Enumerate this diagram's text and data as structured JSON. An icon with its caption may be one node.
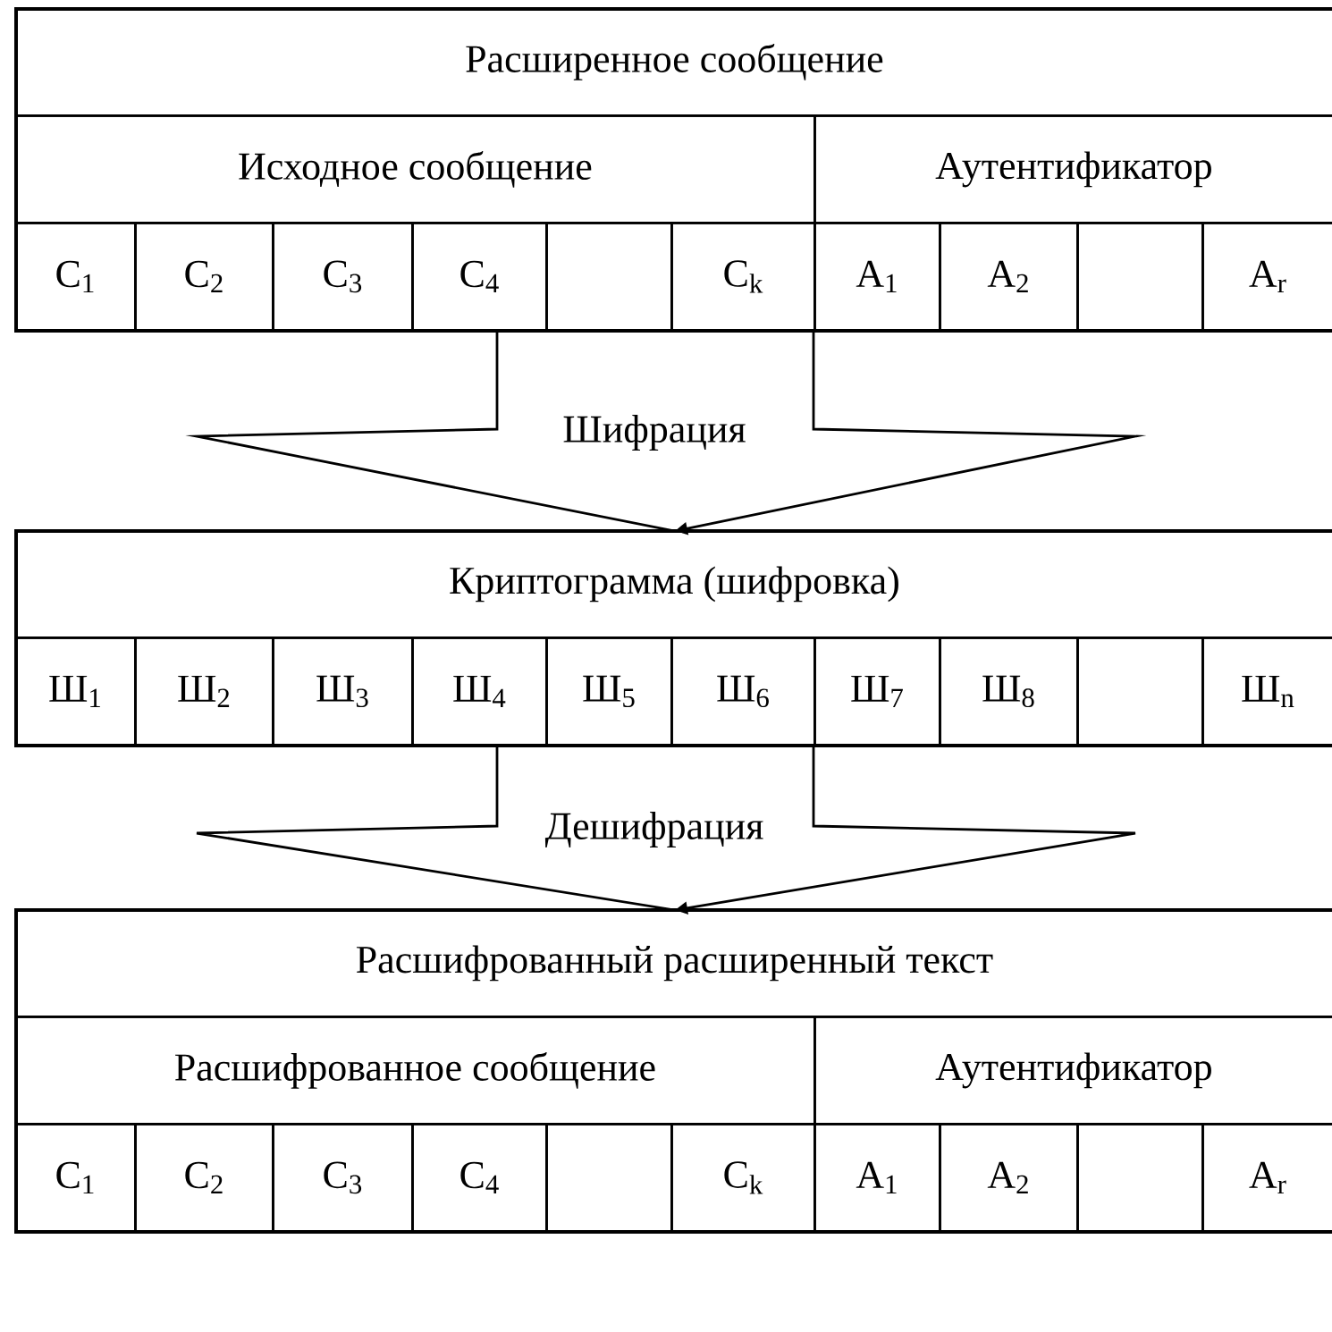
{
  "diagram": {
    "nodes": [
      {
        "text": [],
        "shape": "box"
      },
      {
        "text": [
          "Расширенное сообщение"
        ],
        "in": 0
      },
      {
        "text": [
          "Исходное сообщение"
        ],
        "in": 0
      },
      {
        "text": [
          "Аутентификатор"
        ],
        "in": 0
      },
      {
        "text": [
          "С$_{1}$"
        ],
        "in": 0
      },
      {
        "text": [
          "С$_{2}$"
        ],
        "in": 0
      },
      {
        "text": [
          "С$_{3}$"
        ],
        "in": 0
      },
      {
        "text": [
          "С$_{4}$"
        ],
        "in": 0
      },
      {
        "text": [],
        "shape": "box",
        "in": 0
      },
      {
        "text": [
          "С$_{k}$"
        ],
        "in": 0
      },
      {
        "text": [
          "А$_{1}$"
        ],
        "in": 0
      },
      {
        "text": [
          "А$_{2}$"
        ],
        "in": 0
      },
      {
        "text": [],
        "shape": "box",
        "in": 0
      },
      {
        "text": [
          "А$_{r}$"
        ],
        "in": 0
      },
      {
        "text": [],
        "shape": "box"
      },
      {
        "text": [
          "Криптограмма (шифровка)"
        ],
        "in": 14
      },
      {
        "text": [
          "Ш$_{1}$"
        ],
        "in": 14
      },
      {
        "text": [
          "Ш$_{2}$"
        ],
        "in": 14
      },
      {
        "text": [
          "Ш$_{3}$"
        ],
        "in": 14
      },
      {
        "text": [
          "Ш$_{4}$"
        ],
        "in": 14
      },
      {
        "text": [
          "Ш$_{5}$"
        ],
        "in": 14
      },
      {
        "text": [
          "Ш$_{6}$"
        ],
        "in": 14
      },
      {
        "text": [
          "Ш$_{7}$"
        ],
        "in": 14
      },
      {
        "text": [
          "Ш$_{8}$"
        ],
        "in": 14
      },
      {
        "text": [],
        "shape": "box",
        "in": 14
      },
      {
        "text": [
          "Ш$_{n}$"
        ],
        "in": 14
      },
      {
        "text": [],
        "shape": "box"
      },
      {
        "text": [
          "Расшифрованный расширенный текст"
        ],
        "in": 26
      },
      {
        "text": [
          "Расшифрованное сообщение"
        ],
        "in": 26
      },
      {
        "text": [
          "Аутентификатор"
        ],
        "in": 26
      },
      {
        "text": [
          "С$_{1}$"
        ],
        "in": 26
      },
      {
        "text": [
          "С$_{2}$"
        ],
        "in": 26
      },
      {
        "text": [
          "С$_{3}$"
        ],
        "in": 26
      },
      {
        "text": [
          "С$_{4}$"
        ],
        "in": 26
      },
      {
        "text": [],
        "shape": "box",
        "in": 26
      },
      {
        "text": [
          "С$_{k}$"
        ],
        "in": 26
      },
      {
        "text": [
          "А$_{1}$"
        ],
        "in": 26
      },
      {
        "text": [
          "А$_{2}$"
        ],
        "in": 26
      },
      {
        "text": [],
        "shape": "box",
        "in": 26
      },
      {
        "text": [
          "А$_{r}$"
        ],
        "in": 26
      }
    ],
    "edges": [
      {
        "from": 0,
        "to": 14,
        "arrow": "to",
        "label": "Шифрация"
      },
      {
        "from": 14,
        "to": 26,
        "arrow": "to",
        "label": "Дешифрация"
      }
    ]
  }
}
